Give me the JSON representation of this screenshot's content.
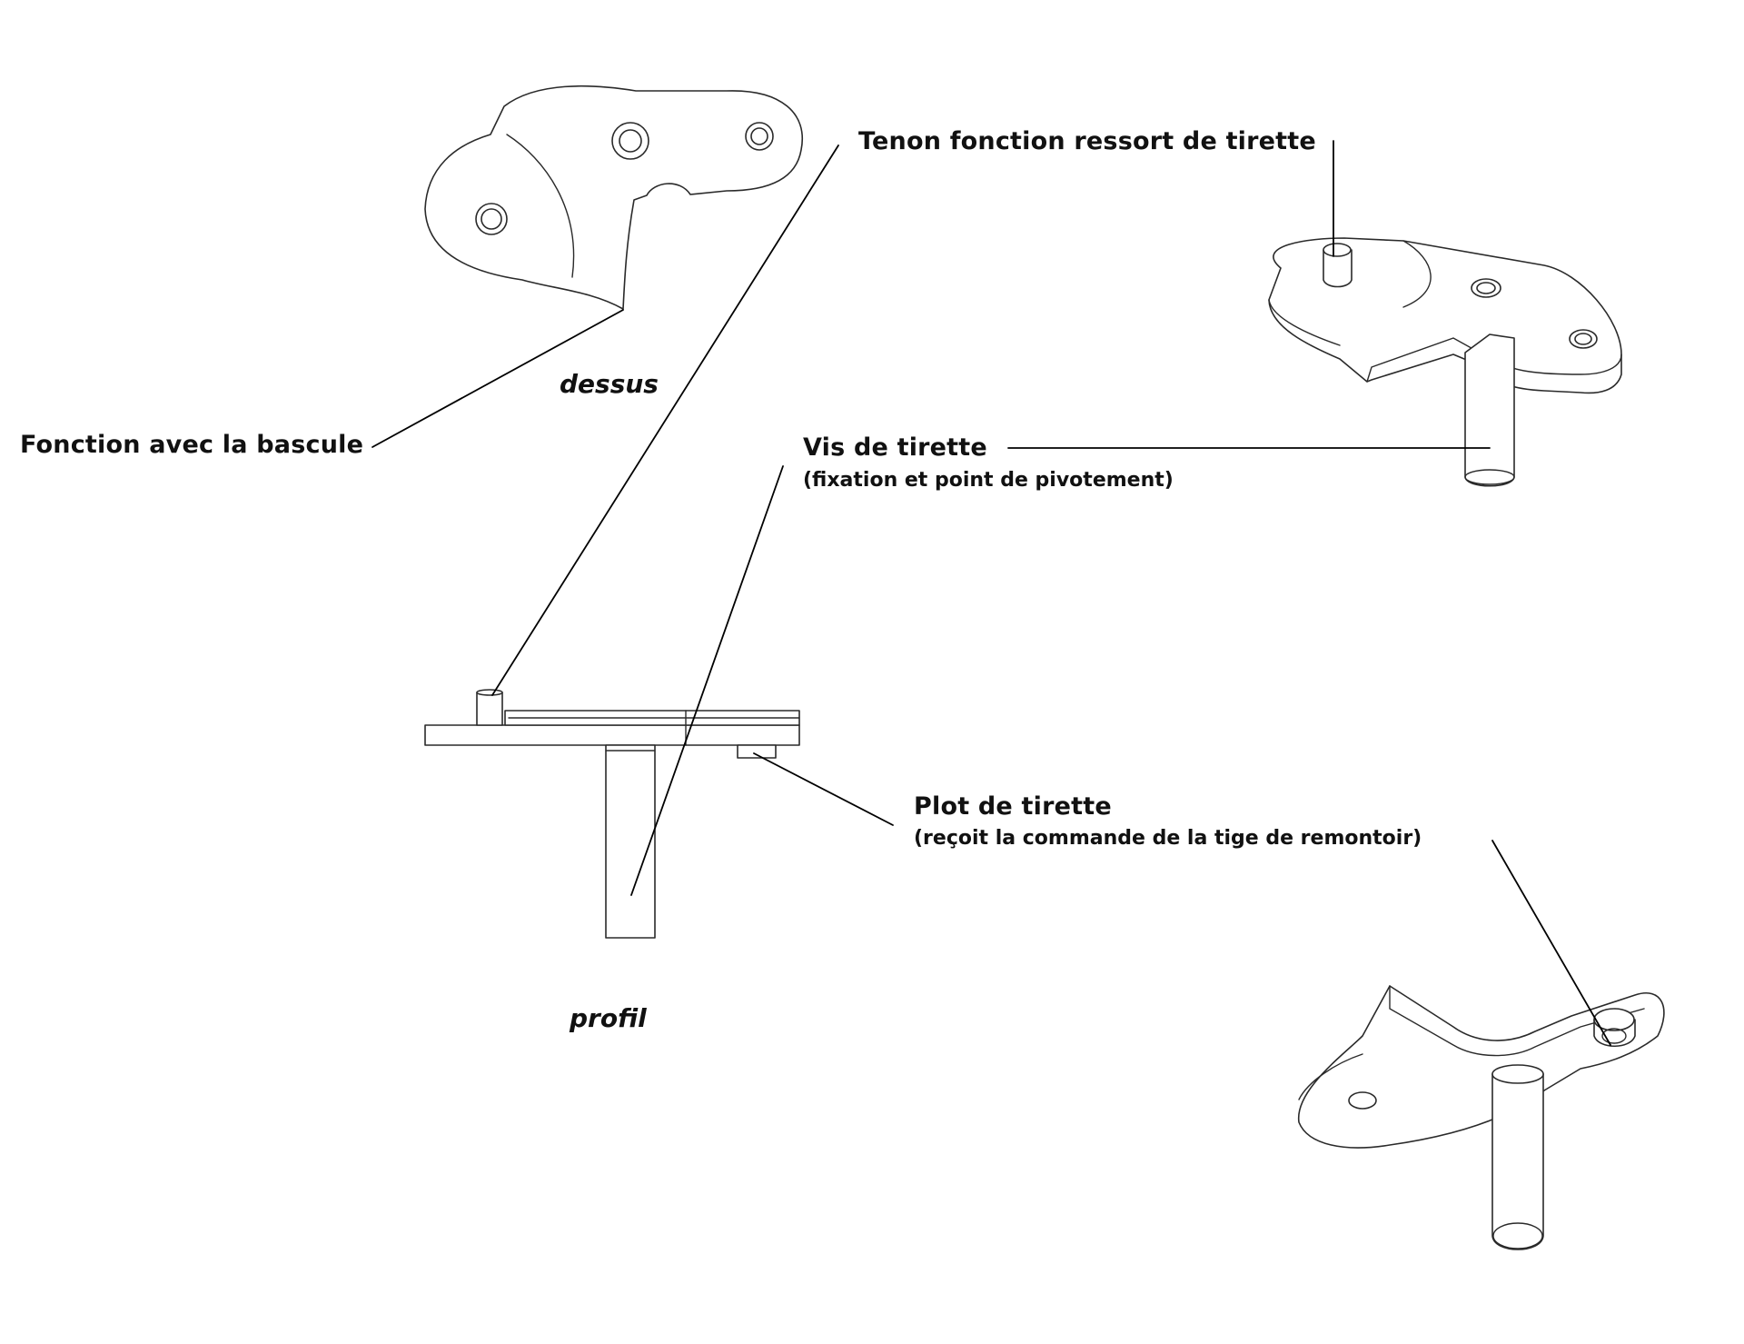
{
  "labels": {
    "tenon": "Tenon fonction ressort de tirette",
    "fonction_bascule": "Fonction avec la bascule",
    "vis_title": "Vis de tirette",
    "vis_sub": "(fixation et point de pivotement)",
    "plot_title": "Plot de tirette",
    "plot_sub": "(reçoit la commande de la tige de remontoir)"
  },
  "views": {
    "top": "dessus",
    "side": "profil"
  }
}
